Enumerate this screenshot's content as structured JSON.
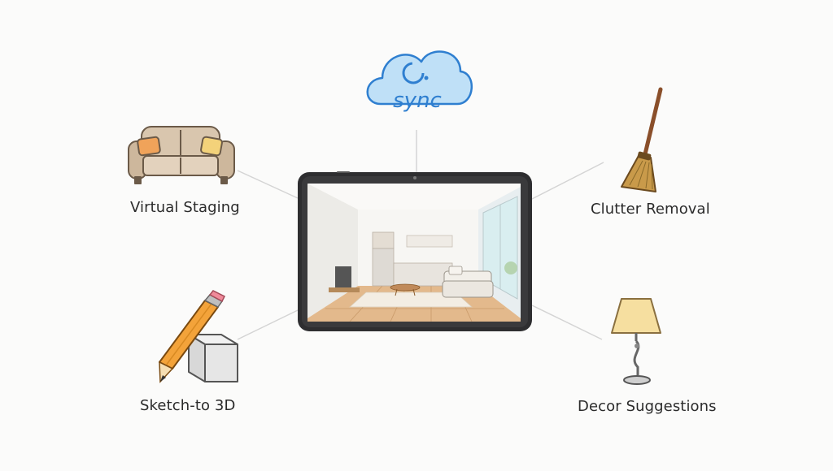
{
  "center": {
    "name": "tablet with room preview"
  },
  "cloud": {
    "text": "sync"
  },
  "features": [
    {
      "id": "virtual-staging",
      "label": "Virtual Staging",
      "icon": "sofa-icon"
    },
    {
      "id": "clutter-removal",
      "label": "Clutter Removal",
      "icon": "broom-icon"
    },
    {
      "id": "sketch-to-3d",
      "label": "Sketch-to 3D",
      "icon": "pencil-cube-icon"
    },
    {
      "id": "decor-suggestions",
      "label": "Decor Suggestions",
      "icon": "lamp-icon"
    }
  ],
  "colors": {
    "background": "#fbfbfa",
    "cloud": "#bfe0f7",
    "cloud_text": "#2f7fd0",
    "tablet_frame": "#2e2e30",
    "connector": "#d4d4d4"
  }
}
